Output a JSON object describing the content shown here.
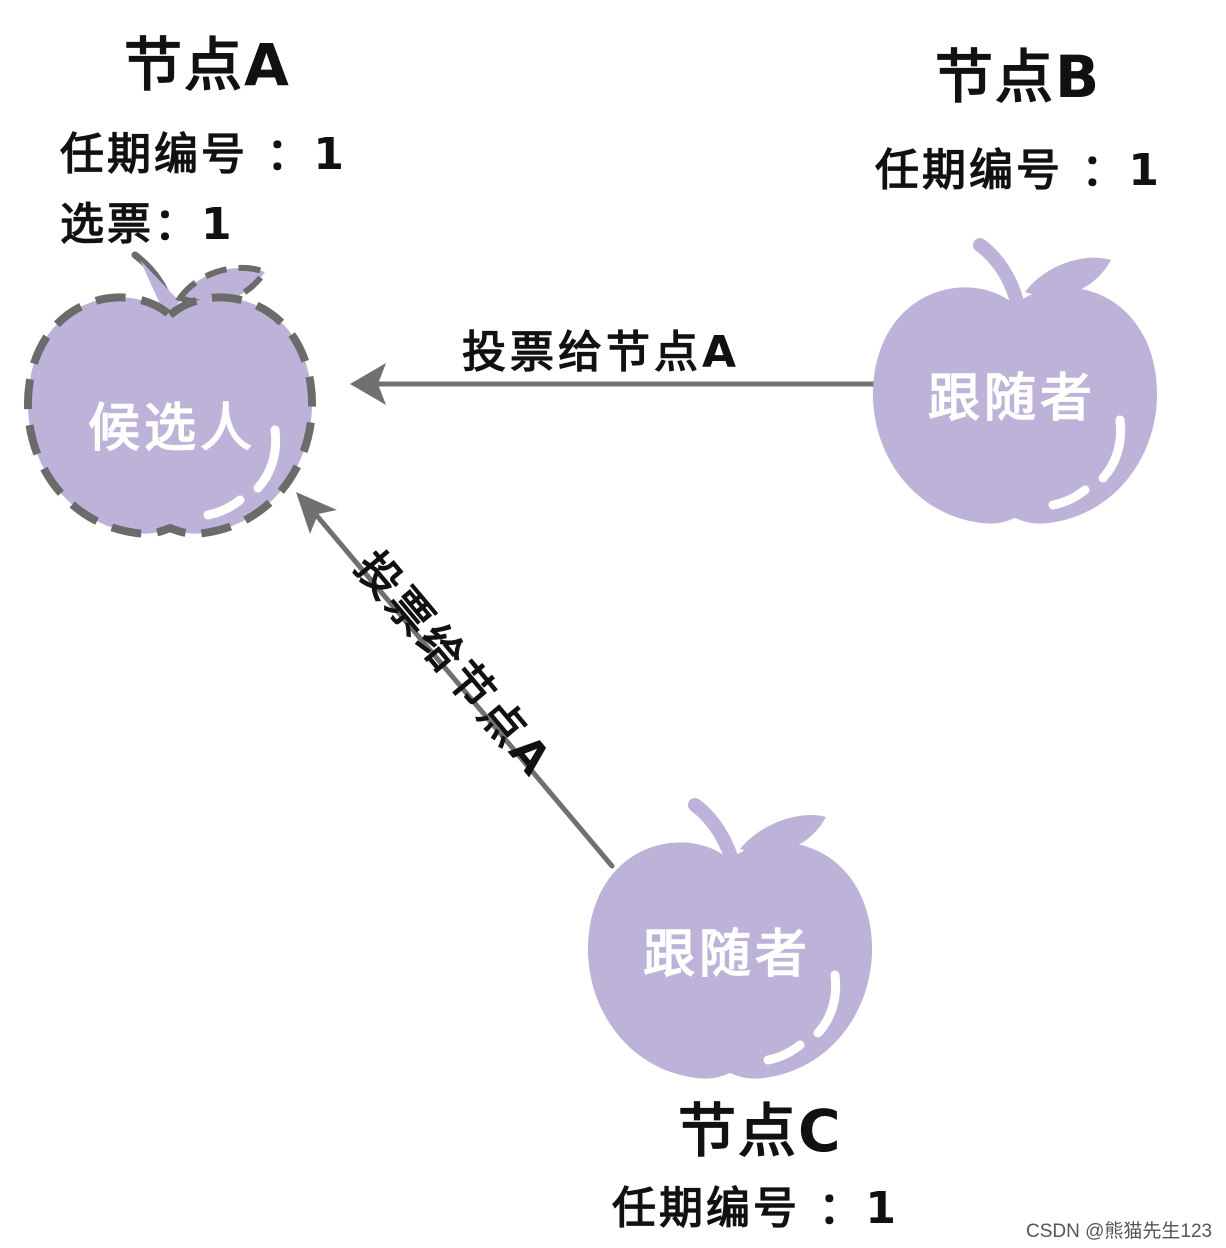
{
  "colors": {
    "apple_fill": "#bdb3d8",
    "apple_outline_dashed": "#6b6b6b",
    "highlight": "#ffffff",
    "arrow": "#707070",
    "text": "#111111",
    "role_text": "#ffffff"
  },
  "nodes": {
    "a": {
      "title": "节点A",
      "term": "任期编号 ：1",
      "vote": "选票：1",
      "role": "候选人",
      "icon": "apple-dashed-outline"
    },
    "b": {
      "title": "节点B",
      "term": "任期编号 ：1",
      "role": "跟随者",
      "icon": "apple"
    },
    "c": {
      "title": "节点C",
      "term": "任期编号 ：1",
      "role": "跟随者",
      "icon": "apple"
    }
  },
  "edges": {
    "b_to_a": {
      "label": "投票给节点A",
      "from": "节点B",
      "to": "节点A"
    },
    "c_to_a": {
      "label": "投票给节点A",
      "from": "节点C",
      "to": "节点A"
    }
  },
  "watermark": "CSDN @熊猫先生123"
}
